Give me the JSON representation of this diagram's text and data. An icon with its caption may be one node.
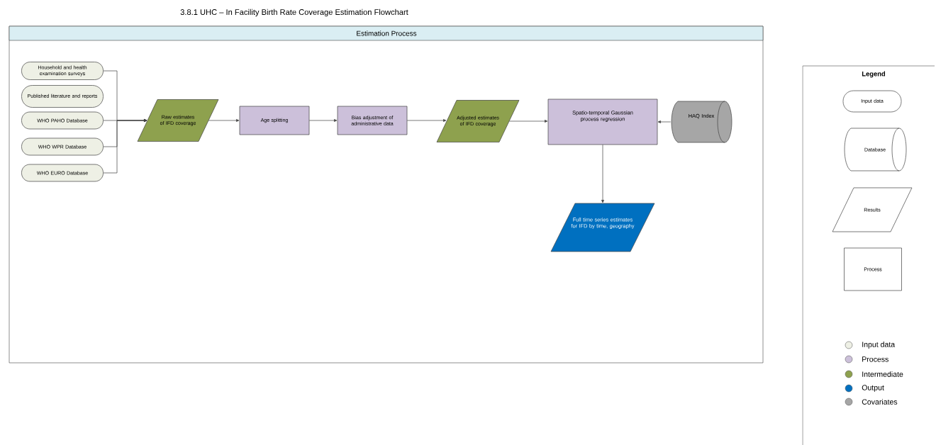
{
  "diagram": {
    "title": "3.8.1 UHC – In Facility Birth Rate Coverage Estimation Flowchart",
    "nodes": [
      {
        "text": [
          "Estimation Process"
        ]
      },
      {
        "text": [
          "Household and health examination surveys"
        ],
        "in": 0
      },
      {
        "text": [
          "Published literature and reports"
        ],
        "in": 0
      },
      {
        "text": [
          "WHO PAHO Database"
        ],
        "in": 0
      },
      {
        "text": [
          "WHO WPR Database"
        ],
        "in": 0
      },
      {
        "text": [
          "WHO EURO Database"
        ],
        "in": 0
      },
      {
        "text": [
          "Raw estimates of IFD coverage"
        ],
        "in": 0
      },
      {
        "text": [
          "Age splitting"
        ],
        "in": 0
      },
      {
        "text": [
          "Bias adjustment of administrative data"
        ],
        "in": 0
      },
      {
        "text": [
          "Adjusted estimates of IFD coverage"
        ],
        "in": 0
      },
      {
        "text": [
          "Spatio-temporal Gaussian process regression"
        ],
        "in": 0
      },
      {
        "text": [
          "HAQ Index"
        ],
        "in": 0
      },
      {
        "text": [
          "Full time series estimates for IFD by time, geography"
        ],
        "in": 0
      },
      {
        "text": [
          "Legend"
        ]
      },
      {
        "text": [
          "Input data"
        ],
        "in": 13
      },
      {
        "text": [
          "Database"
        ],
        "in": 13
      },
      {
        "text": [
          "Results"
        ],
        "in": 13
      },
      {
        "text": [
          "Process"
        ],
        "in": 13
      }
    ],
    "edges": [
      {
        "from": 1,
        "to": 6,
        "arrow": "to"
      },
      {
        "from": 3,
        "to": 6,
        "arrow": "to"
      },
      {
        "from": 4,
        "to": 6,
        "arrow": "to"
      },
      {
        "from": 5,
        "to": 6,
        "arrow": "to"
      },
      {
        "from": 6,
        "to": 7,
        "arrow": "to"
      },
      {
        "from": 7,
        "to": 8,
        "arrow": "to"
      },
      {
        "from": 8,
        "to": 9,
        "arrow": "to"
      },
      {
        "from": 9,
        "to": 10,
        "arrow": "to"
      },
      {
        "from": 11,
        "to": 10,
        "arrow": "to"
      },
      {
        "from": 10,
        "to": 12,
        "arrow": "to"
      }
    ],
    "legend": [
      {
        "text": "Input data",
        "color": "#eef0e5"
      },
      {
        "text": "Process",
        "color": "#ccc0da"
      },
      {
        "text": "Intermediate",
        "color": "#8ea14e"
      },
      {
        "text": "Output",
        "color": "#0070c0"
      },
      {
        "text": "Covariates",
        "color": "#a6a6a6"
      }
    ]
  }
}
